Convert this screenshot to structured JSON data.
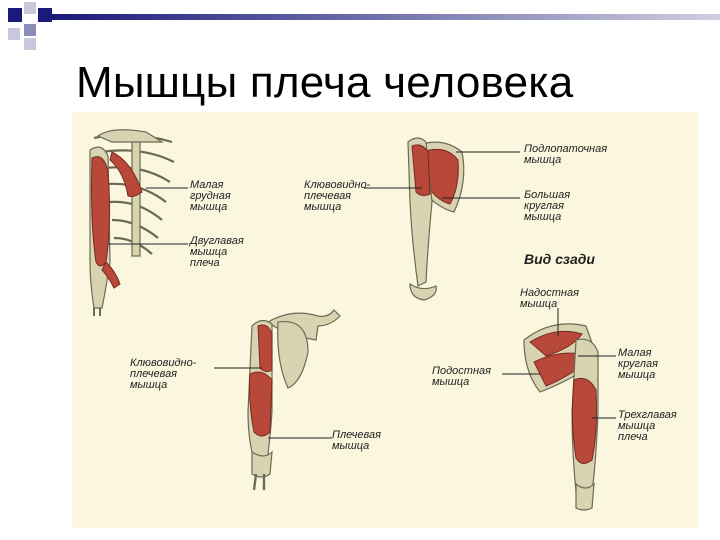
{
  "slide": {
    "title": "Мышцы плеча человека",
    "accent_colors": {
      "dark": "#1a1a7a",
      "light": "#cfcfe0",
      "panel": "#fbf6de",
      "muscle": "#b8483a",
      "bone": "#d8d3b0"
    }
  },
  "figure": {
    "labels": {
      "pectoralis_minor": "Малая\nгрудная\nмышца",
      "biceps": "Двуглавая\nмышца\nплеча",
      "coracobrachialis_top": "Клювовидно-\nплечевая\nмышца",
      "subscapularis": "Подлопаточная\nмышца",
      "teres_major": "Большая\nкруглая\nмышца",
      "rear_view": "Вид сзади",
      "supraspinatus": "Надостная\nмышца",
      "coracobrachialis_bottom": "Клювовидно-\nплечевая\nмышца",
      "infraspinatus": "Подостная\nмышца",
      "teres_minor": "Малая\nкруглая\nмышца",
      "brachialis": "Плечевая\nмышца",
      "triceps": "Трехглавая\nмышца\nплеча"
    }
  }
}
